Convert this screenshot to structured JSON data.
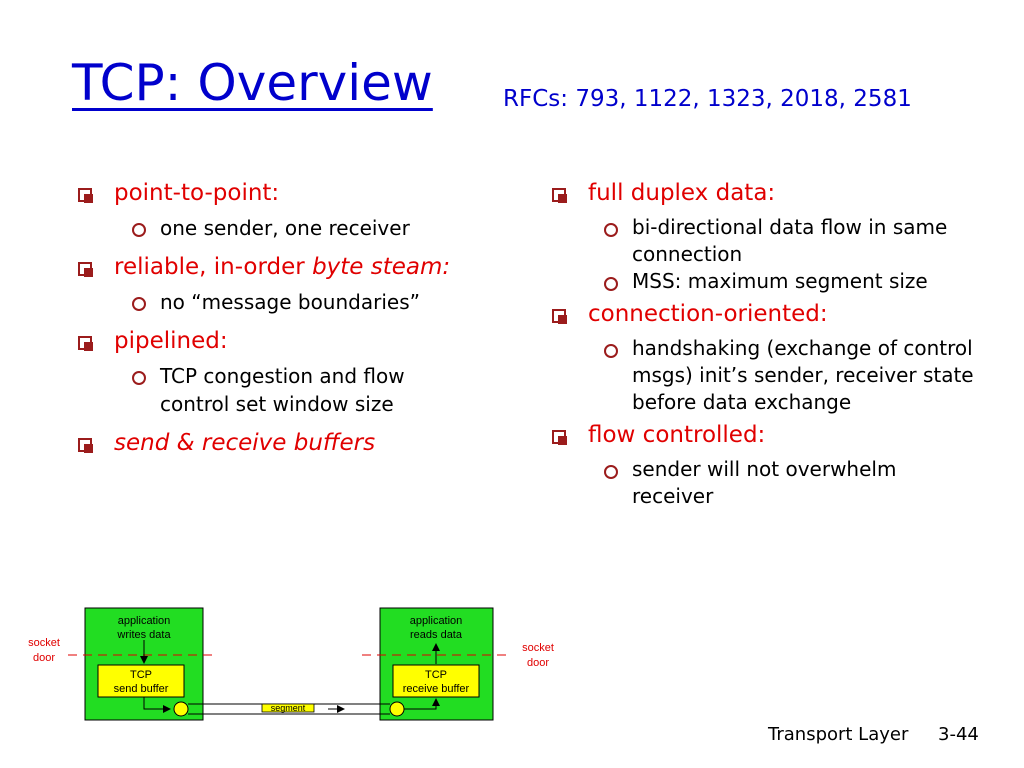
{
  "title": "TCP: Overview",
  "rfcs": "RFCs: 793, 1122, 1323, 2018, 2581",
  "left": {
    "b1_label": "point-to-point:",
    "b1_sub": "one sender, one receiver",
    "b2_label_plain": "reliable, in-order ",
    "b2_label_italic": "byte steam:",
    "b2_sub": "no “message boundaries”",
    "b3_label": "pipelined:",
    "b3_sub": "TCP congestion and flow control set window size",
    "b4_label": "send & receive buffers"
  },
  "right": {
    "b1_label": "full duplex data:",
    "b1_sub1": "bi-directional data flow in same connection",
    "b1_sub2": "MSS: maximum segment size",
    "b2_label": "connection-oriented:",
    "b2_sub": "handshaking (exchange of control msgs) init’s sender, receiver state before data exchange",
    "b3_label": "flow controlled:",
    "b3_sub": "sender will not overwhelm receiver"
  },
  "diagram": {
    "socket_left_1": "socket",
    "socket_left_2": "door",
    "app_left_1": "application",
    "app_left_2": "writes data",
    "tcp_left_1": "TCP",
    "tcp_left_2": "send buffer",
    "segment": "segment",
    "app_right_1": "application",
    "app_right_2": "reads data",
    "tcp_right_1": "TCP",
    "tcp_right_2": "receive buffer",
    "socket_right_1": "socket",
    "socket_right_2": "door",
    "colors": {
      "host_fill": "#22dd22",
      "buffer_fill": "#ffff00",
      "line_red": "#e00000"
    }
  },
  "footer": {
    "text": "Transport Layer",
    "page": "3-44"
  }
}
